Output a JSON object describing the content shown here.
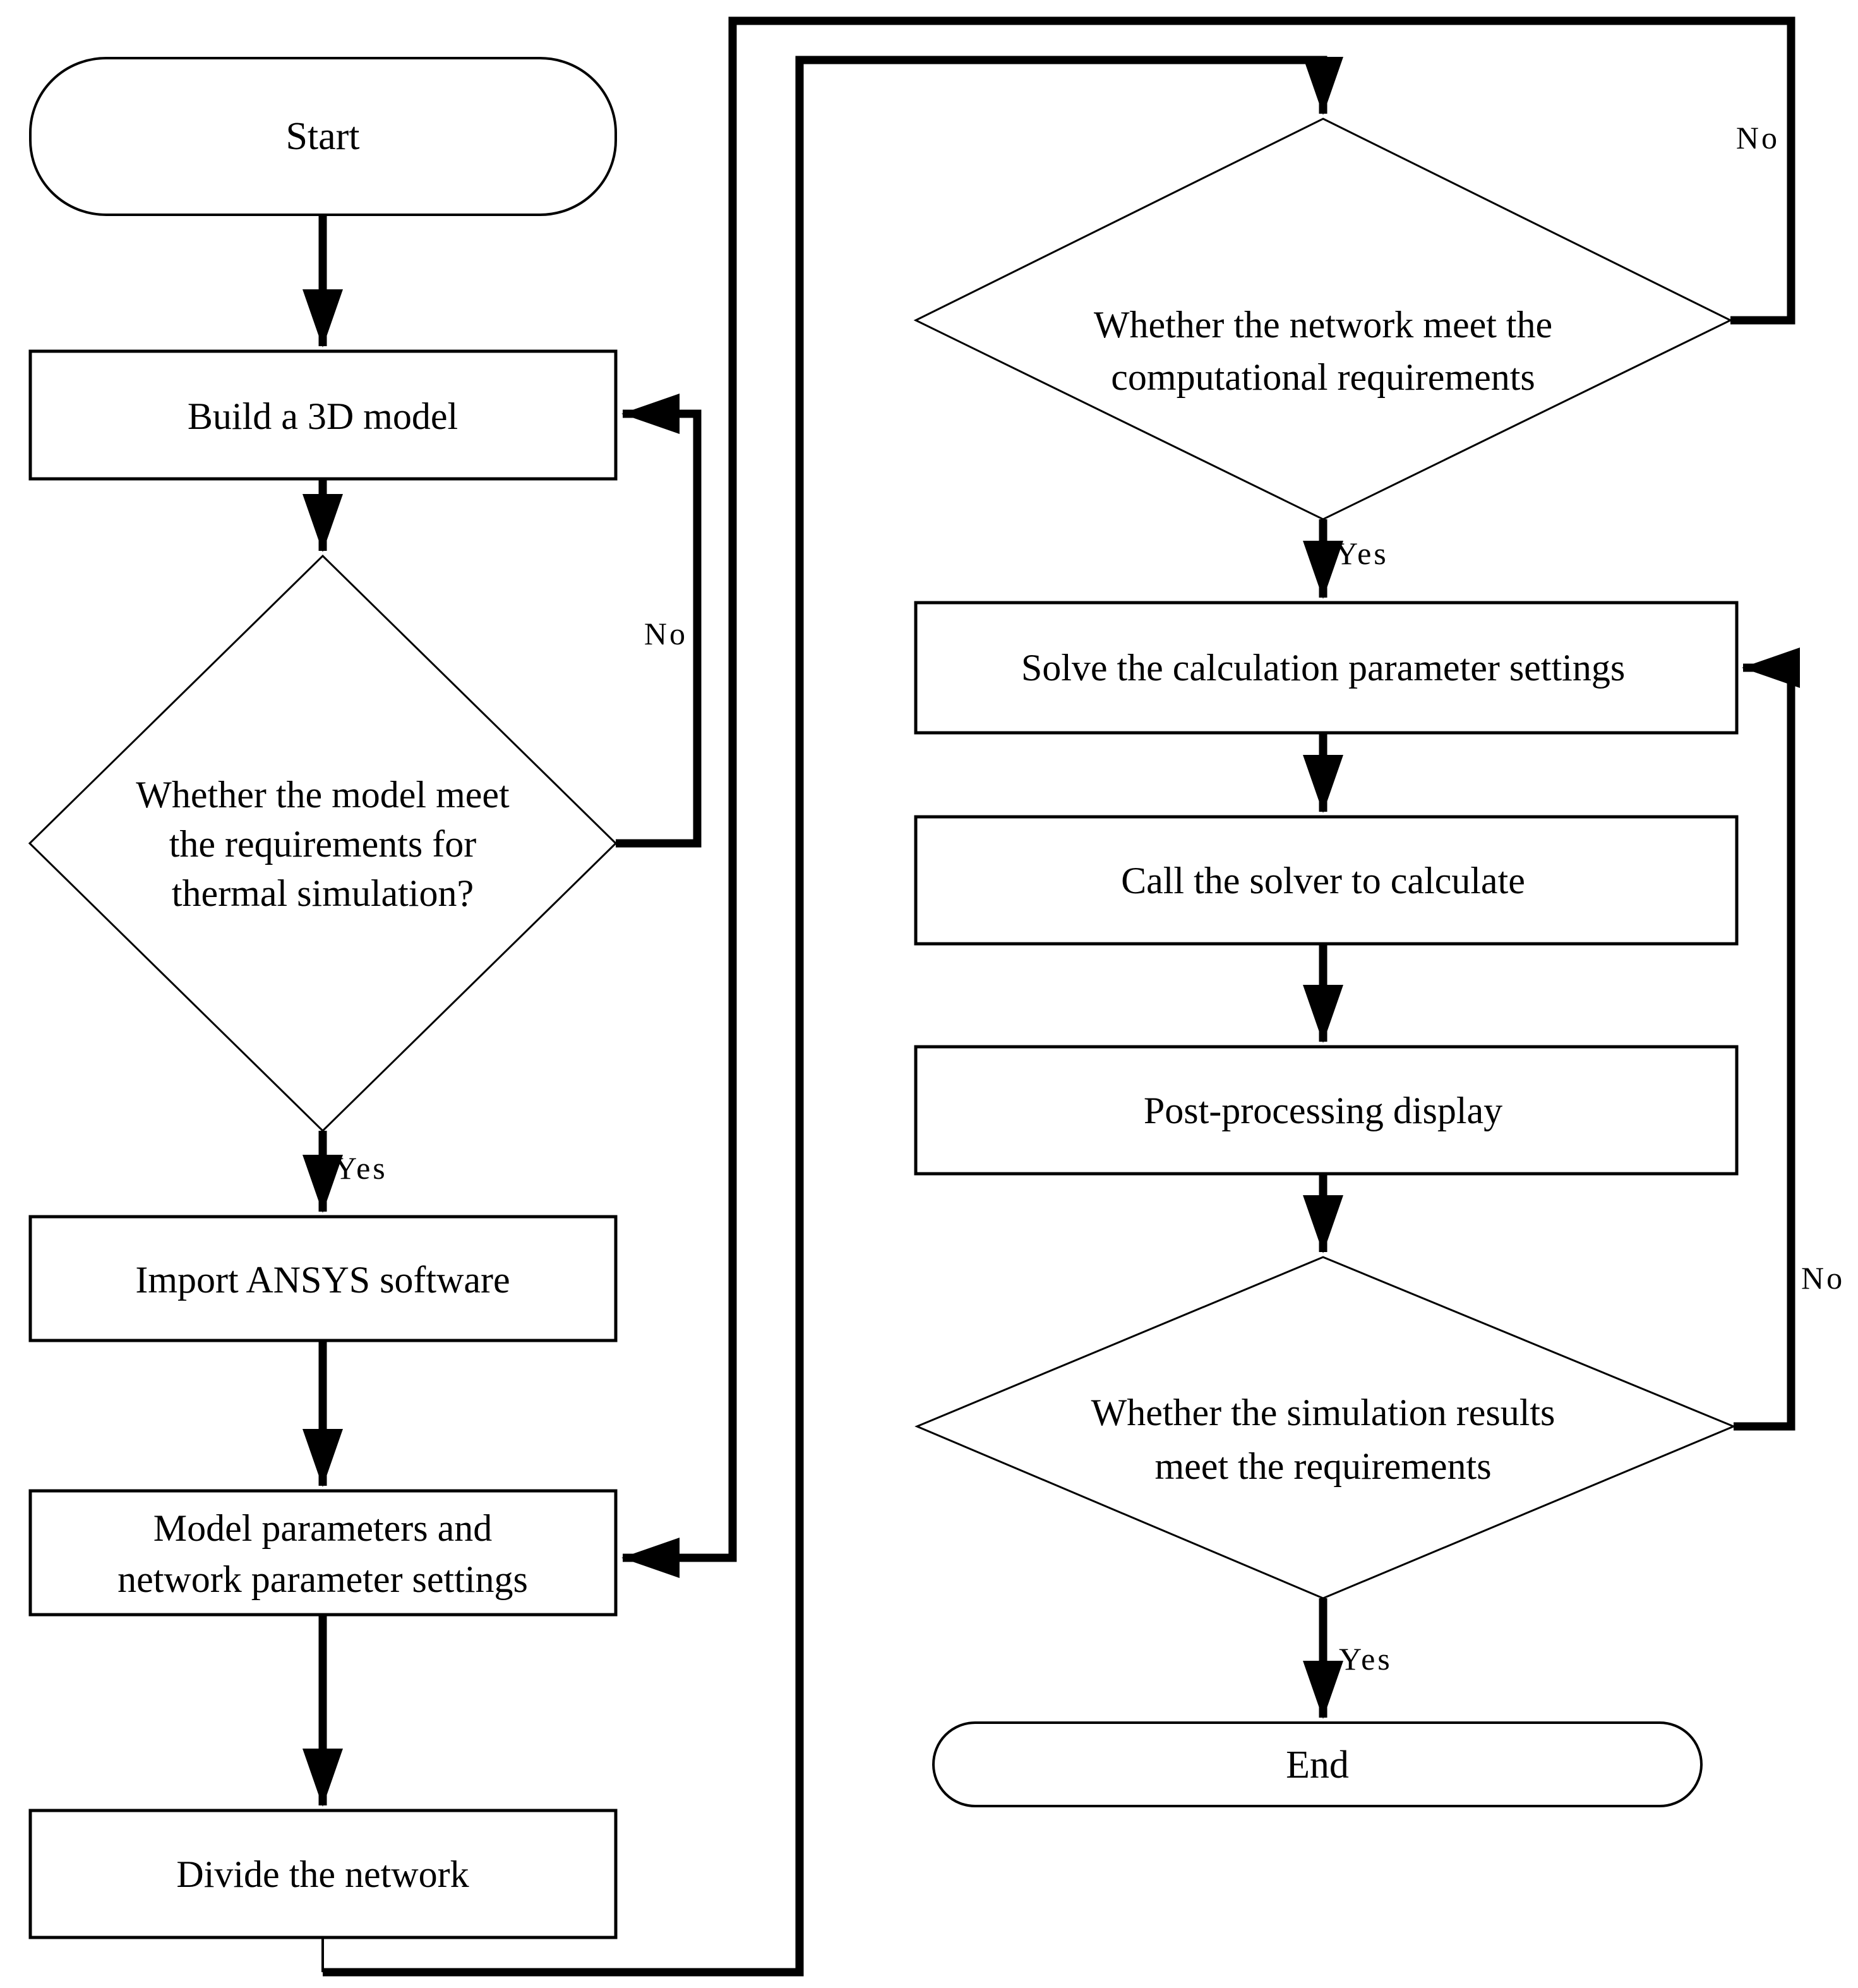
{
  "flowchart": {
    "colors": {
      "background": "#ffffff",
      "stroke": "#000000"
    },
    "nodes": {
      "start": "Start",
      "build": "Build a 3D model",
      "diamond_model": [
        "Whether the model meet",
        "the requirements for",
        "thermal simulation?"
      ],
      "import": "Import ANSYS software",
      "params": [
        "Model parameters and",
        "network parameter settings"
      ],
      "divide": "Divide the network",
      "diamond_network": [
        "Whether the network meet the",
        "computational requirements"
      ],
      "solve": "Solve the calculation parameter settings",
      "call": "Call the solver to calculate",
      "post": "Post-processing display",
      "diamond_results": [
        "Whether the simulation results",
        "meet the requirements"
      ],
      "end": "End"
    },
    "edge_labels": {
      "yes_model": "Yes",
      "yes_network": "Yes",
      "yes_results": "Yes",
      "no_model": "No",
      "no_network": "No",
      "no_results": "No"
    }
  }
}
